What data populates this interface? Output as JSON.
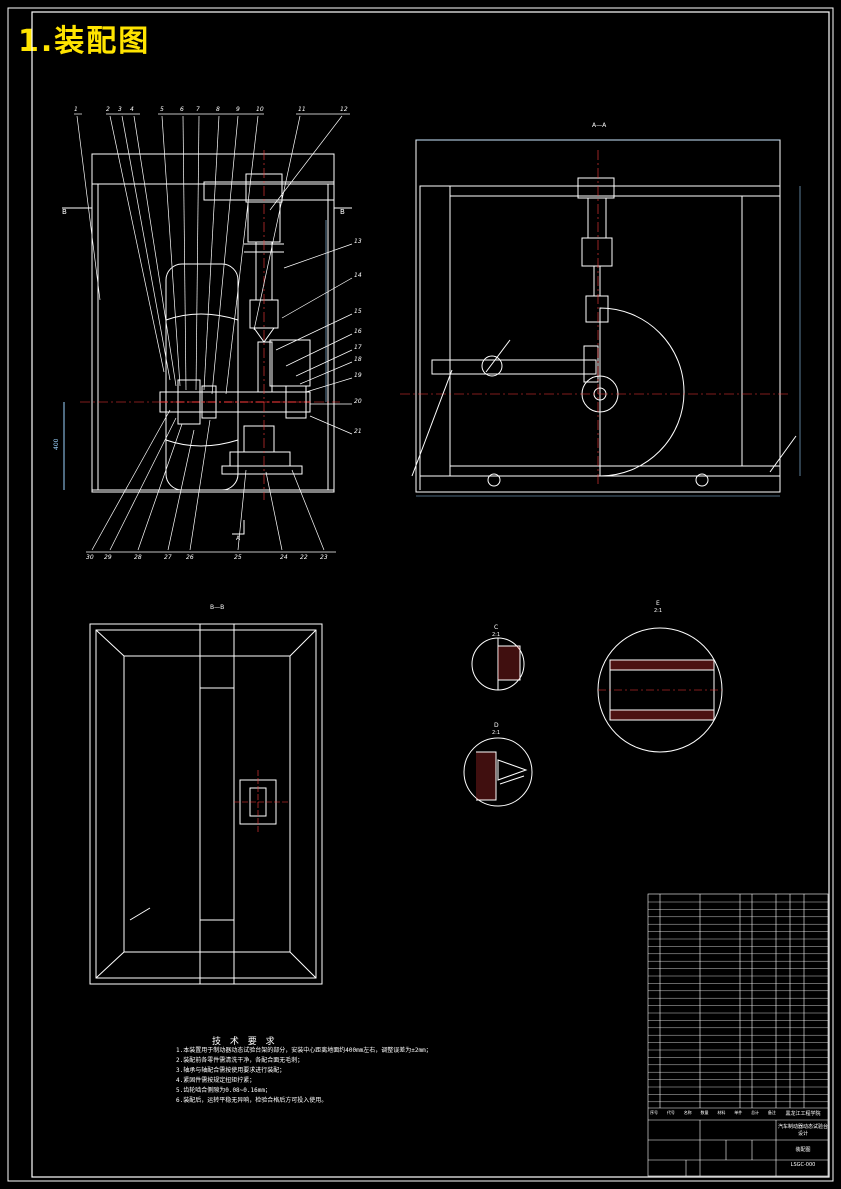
{
  "title": "1.装配图",
  "section_labels": {
    "aa": "A—A",
    "bb": "B—B",
    "c": "C",
    "c_scale": "2:1",
    "d": "D",
    "d_scale": "2:1",
    "e": "E",
    "e_scale": "2:1"
  },
  "callouts_top": [
    "1",
    "2",
    "3",
    "4",
    "5",
    "6",
    "7",
    "8",
    "9",
    "10",
    "11",
    "12"
  ],
  "callouts_right": [
    "13",
    "14",
    "15",
    "16",
    "17",
    "18",
    "19",
    "20",
    "21"
  ],
  "callouts_bottom": [
    "30",
    "29",
    "28",
    "27",
    "26",
    "25",
    "24",
    "23",
    "22"
  ],
  "tech_requirements": {
    "heading": "技 术 要 求",
    "items": [
      "1.本装置用于制动器动态试验台架的部分，安装中心距离地面约400mm左右，调整误差为±2mm；",
      "2.装配前各零件需清洗干净，各配合面无毛刺；",
      "3.轴承与轴配合需按使用要求进行装配；",
      "4.紧固件需按规定扭矩拧紧；",
      "5.齿轮啮合侧隙为0.08~0.16mm；",
      "6.装配后，运转平稳无异响，检验合格后方可投入使用。"
    ]
  },
  "title_block": {
    "school": "黑龙江工程学院",
    "drawing_name": "汽车制动器动态试验台设计",
    "drawing_sub": "装配图",
    "drawing_no": "LSGC-000",
    "header_cols": [
      "序号",
      "代号",
      "名称",
      "数量",
      "材料",
      "单件",
      "总计",
      "备注"
    ]
  },
  "colors": {
    "background": "#000000",
    "line": "#ffffff",
    "title": "#ffe400",
    "hatch": "#ff3b3b",
    "center": "#ff3b3b",
    "dim": "#9bd3ff"
  }
}
